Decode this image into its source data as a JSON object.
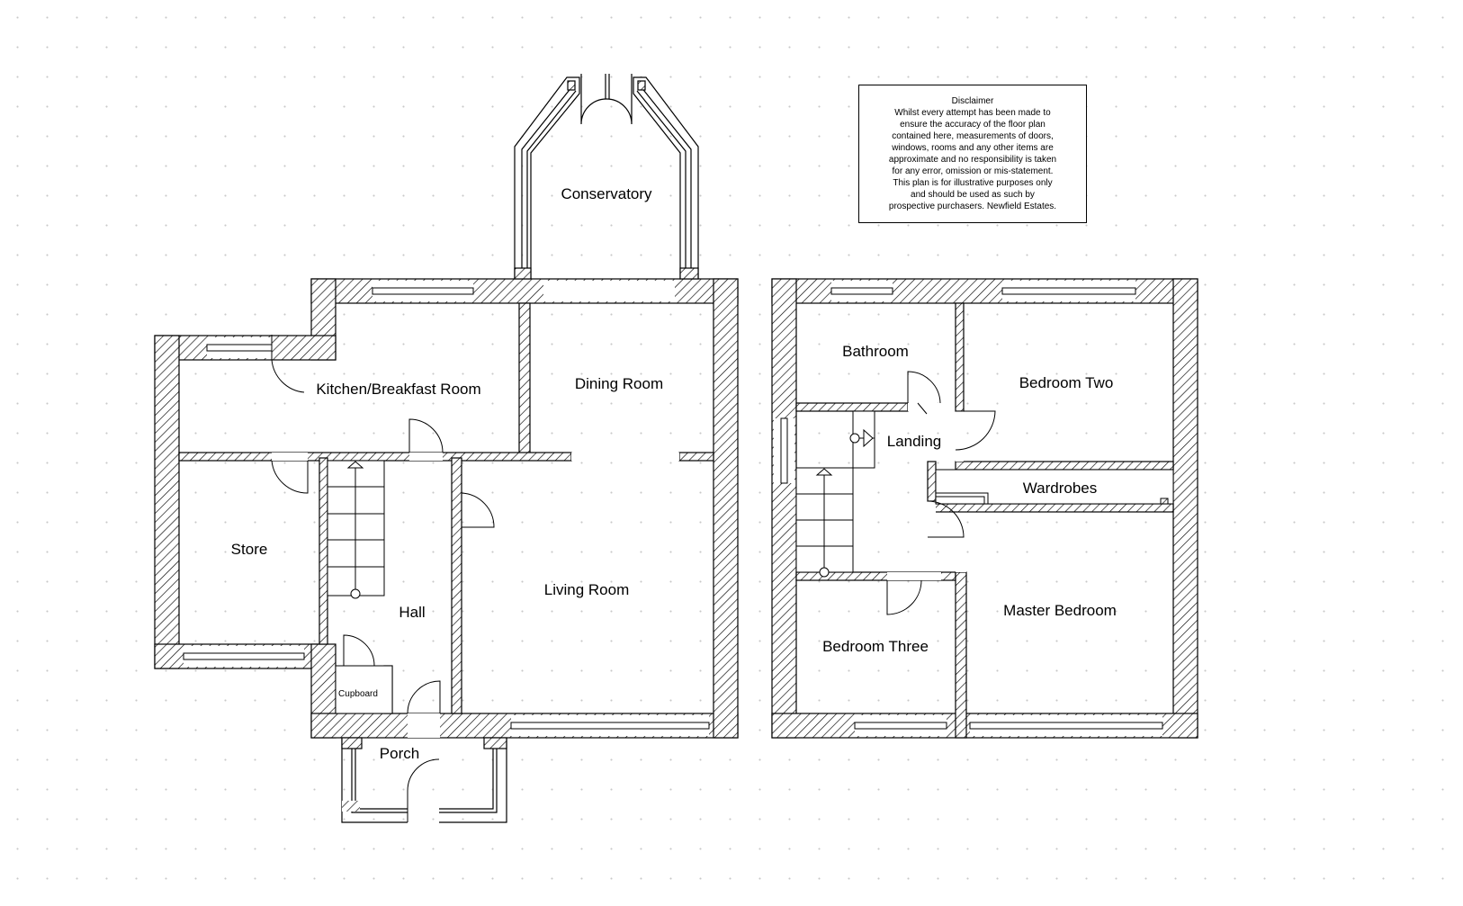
{
  "rooms": {
    "conservatory": "Conservatory",
    "kitchen": "Kitchen/Breakfast Room",
    "dining": "Dining Room",
    "store": "Store",
    "hall": "Hall",
    "living": "Living Room",
    "cupboard": "Cupboard",
    "porch": "Porch",
    "bathroom": "Bathroom",
    "bedroom_two": "Bedroom Two",
    "landing": "Landing",
    "wardrobes": "Wardrobes",
    "master_bedroom": "Master Bedroom",
    "bedroom_three": "Bedroom Three"
  },
  "disclaimer": {
    "title": "Disclaimer",
    "lines": [
      "Whilst every attempt has been made to",
      "ensure the accuracy of the floor plan",
      "contained here, measurements of doors,",
      "windows, rooms and any other items are",
      "approximate and no responsibility is taken",
      "for any error, omission or mis-statement.",
      "This plan is for illustrative purposes only",
      "and should be used as such by",
      "prospective purchasers. Newfield Estates."
    ]
  },
  "colors": {
    "line": "#000000",
    "background": "#ffffff",
    "grid_dot": "#c8c8c8"
  }
}
